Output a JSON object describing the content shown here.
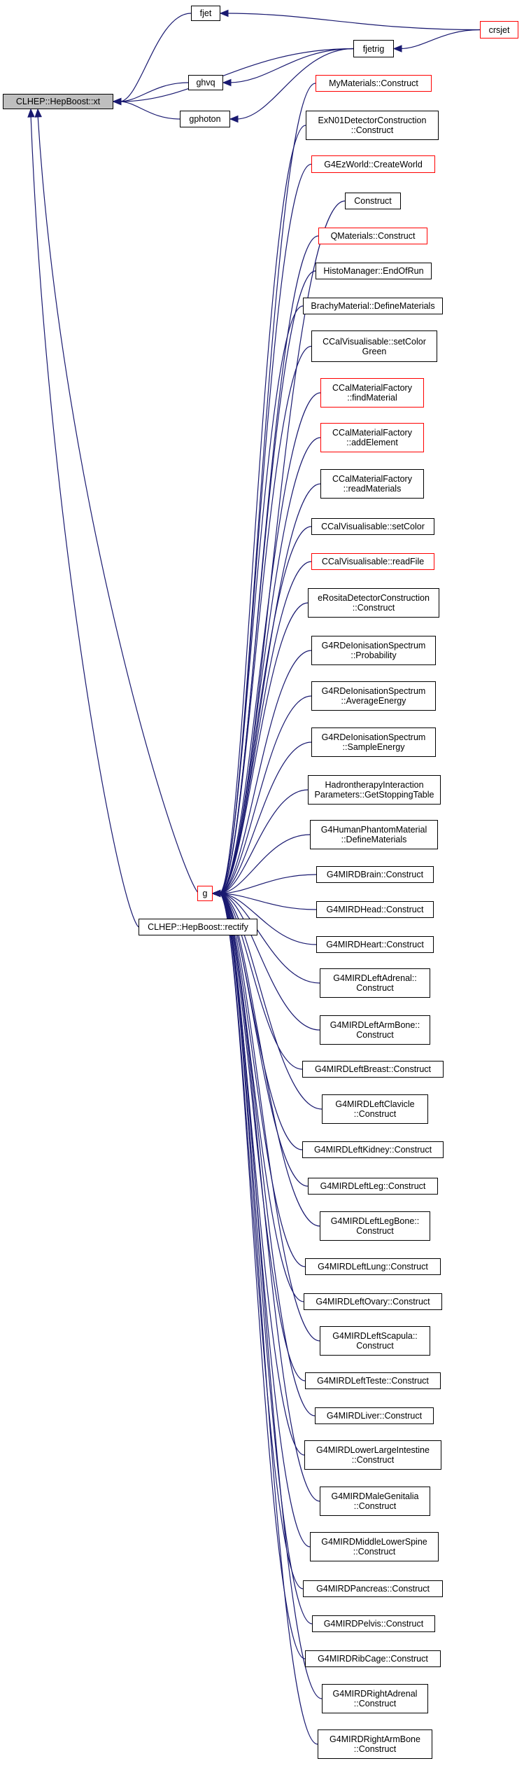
{
  "colors": {
    "edge": "#191970",
    "border": "#000000",
    "red_border": "#ff0000",
    "root_fill": "#bfbfbf"
  },
  "nodes": {
    "root": [
      "CLHEP::HepBoost::xt"
    ],
    "fjet": [
      "fjet"
    ],
    "crsjet": [
      "crsjet"
    ],
    "fjetrig": [
      "fjetrig"
    ],
    "ghvq": [
      "ghvq"
    ],
    "gphoton": [
      "gphoton"
    ],
    "mymat": [
      "MyMaterials::Construct"
    ],
    "exn01": [
      "ExN01DetectorConstruction",
      "::Construct"
    ],
    "ezworld": [
      "G4EzWorld::CreateWorld"
    ],
    "construct": [
      "Construct"
    ],
    "qmat": [
      "QMaterials::Construct"
    ],
    "histo": [
      "HistoManager::EndOfRun"
    ],
    "brachy": [
      "BrachyMaterial::DefineMaterials"
    ],
    "ccal_setcolorgreen": [
      "CCalVisualisable::setColor",
      "Green"
    ],
    "ccal_findmat": [
      "CCalMaterialFactory",
      "::findMaterial"
    ],
    "ccal_addelem": [
      "CCalMaterialFactory",
      "::addElement"
    ],
    "ccal_readmat": [
      "CCalMaterialFactory",
      "::readMaterials"
    ],
    "ccal_setcolor": [
      "CCalVisualisable::setColor"
    ],
    "ccal_readfile": [
      "CCalVisualisable::readFile"
    ],
    "erosita": [
      "eRositaDetectorConstruction",
      "::Construct"
    ],
    "g4rdel_prob": [
      "G4RDeIonisationSpectrum",
      "::Probability"
    ],
    "g4rdel_avg": [
      "G4RDeIonisationSpectrum",
      "::AverageEnergy"
    ],
    "g4rdel_sample": [
      "G4RDeIonisationSpectrum",
      "::SampleEnergy"
    ],
    "hadron": [
      "HadrontherapyInteraction",
      "Parameters::GetStoppingTable"
    ],
    "humanphantom": [
      "G4HumanPhantomMaterial",
      "::DefineMaterials"
    ],
    "g": [
      "g"
    ],
    "rectify": [
      "CLHEP::HepBoost::rectify"
    ],
    "brain": [
      "G4MIRDBrain::Construct"
    ],
    "head": [
      "G4MIRDHead::Construct"
    ],
    "heart": [
      "G4MIRDHeart::Construct"
    ],
    "leftadrenal": [
      "G4MIRDLeftAdrenal::",
      "Construct"
    ],
    "leftarmbone": [
      "G4MIRDLeftArmBone::",
      "Construct"
    ],
    "leftbreast": [
      "G4MIRDLeftBreast::Construct"
    ],
    "leftclavicle": [
      "G4MIRDLeftClavicle",
      "::Construct"
    ],
    "leftkidney": [
      "G4MIRDLeftKidney::Construct"
    ],
    "leftleg": [
      "G4MIRDLeftLeg::Construct"
    ],
    "leftlegbone": [
      "G4MIRDLeftLegBone::",
      "Construct"
    ],
    "leftlung": [
      "G4MIRDLeftLung::Construct"
    ],
    "leftovary": [
      "G4MIRDLeftOvary::Construct"
    ],
    "leftscapula": [
      "G4MIRDLeftScapula::",
      "Construct"
    ],
    "leftteste": [
      "G4MIRDLeftTeste::Construct"
    ],
    "liver": [
      "G4MIRDLiver::Construct"
    ],
    "lowerlarge": [
      "G4MIRDLowerLargeIntestine",
      "::Construct"
    ],
    "malegenitalia": [
      "G4MIRDMaleGenitalia",
      "::Construct"
    ],
    "middlelowerspine": [
      "G4MIRDMiddleLowerSpine",
      "::Construct"
    ],
    "pancreas": [
      "G4MIRDPancreas::Construct"
    ],
    "pelvis": [
      "G4MIRDPelvis::Construct"
    ],
    "ribcage": [
      "G4MIRDRibCage::Construct"
    ],
    "rightadrenal": [
      "G4MIRDRightAdrenal",
      "::Construct"
    ],
    "rightarmbone": [
      "G4MIRDRightArmBone",
      "::Construct"
    ]
  },
  "edges": [
    [
      "fjet",
      "root"
    ],
    [
      "ghvq",
      "root"
    ],
    [
      "gphoton",
      "root"
    ],
    [
      "fjetrig",
      "root"
    ],
    [
      "g",
      "root"
    ],
    [
      "rectify",
      "root"
    ],
    [
      "crsjet",
      "fjet"
    ],
    [
      "crsjet",
      "fjetrig"
    ],
    [
      "fjetrig",
      "ghvq"
    ],
    [
      "fjetrig",
      "gphoton"
    ],
    [
      "mymat",
      "g"
    ],
    [
      "exn01",
      "g"
    ],
    [
      "ezworld",
      "g"
    ],
    [
      "construct",
      "g"
    ],
    [
      "qmat",
      "g"
    ],
    [
      "histo",
      "g"
    ],
    [
      "brachy",
      "g"
    ],
    [
      "ccal_setcolorgreen",
      "g"
    ],
    [
      "ccal_findmat",
      "g"
    ],
    [
      "ccal_addelem",
      "g"
    ],
    [
      "ccal_readmat",
      "g"
    ],
    [
      "ccal_setcolor",
      "g"
    ],
    [
      "ccal_readfile",
      "g"
    ],
    [
      "erosita",
      "g"
    ],
    [
      "g4rdel_prob",
      "g"
    ],
    [
      "g4rdel_avg",
      "g"
    ],
    [
      "g4rdel_sample",
      "g"
    ],
    [
      "hadron",
      "g"
    ],
    [
      "humanphantom",
      "g"
    ],
    [
      "brain",
      "g"
    ],
    [
      "head",
      "g"
    ],
    [
      "heart",
      "g"
    ],
    [
      "leftadrenal",
      "g"
    ],
    [
      "leftarmbone",
      "g"
    ],
    [
      "leftbreast",
      "g"
    ],
    [
      "leftclavicle",
      "g"
    ],
    [
      "leftkidney",
      "g"
    ],
    [
      "leftleg",
      "g"
    ],
    [
      "leftlegbone",
      "g"
    ],
    [
      "leftlung",
      "g"
    ],
    [
      "leftovary",
      "g"
    ],
    [
      "leftscapula",
      "g"
    ],
    [
      "leftteste",
      "g"
    ],
    [
      "liver",
      "g"
    ],
    [
      "lowerlarge",
      "g"
    ],
    [
      "malegenitalia",
      "g"
    ],
    [
      "middlelowerspine",
      "g"
    ],
    [
      "pancreas",
      "g"
    ],
    [
      "pelvis",
      "g"
    ],
    [
      "ribcage",
      "g"
    ],
    [
      "rightadrenal",
      "g"
    ],
    [
      "rightarmbone",
      "g"
    ]
  ]
}
